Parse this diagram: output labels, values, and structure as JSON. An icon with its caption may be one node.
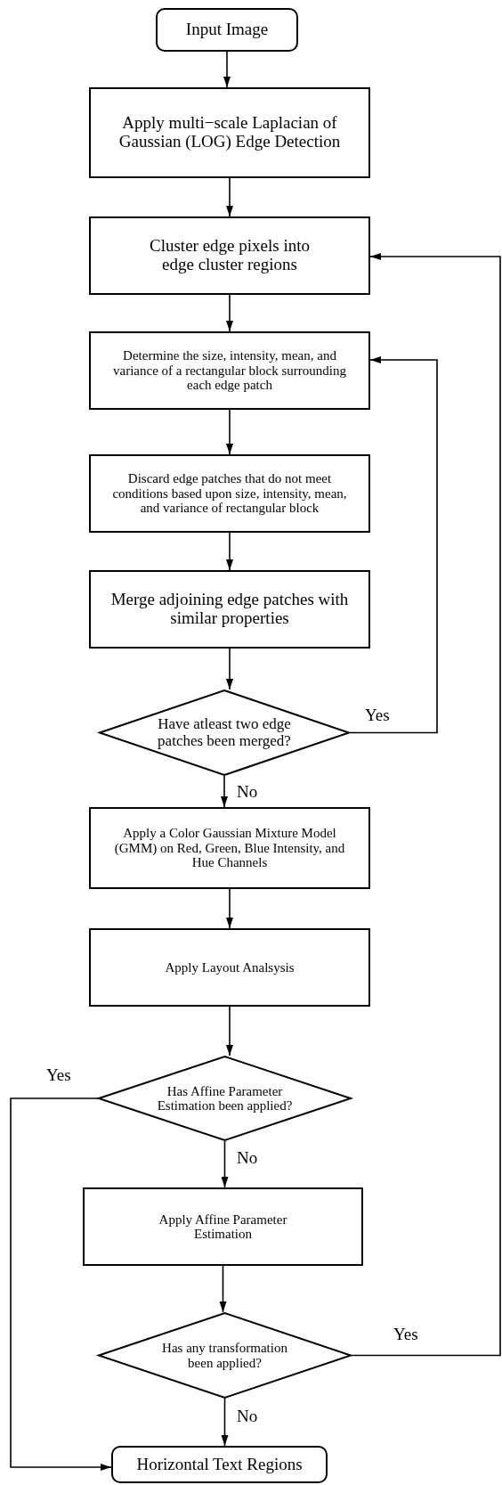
{
  "diagram": {
    "nodes": [
      {
        "text": [
          "Input Image"
        ]
      },
      {
        "text": [
          "Apply multi−scale Laplacian of Gaussian (LOG) Edge Detection"
        ]
      },
      {
        "text": [
          "Cluster edge pixels into edge cluster regions"
        ]
      },
      {
        "text": [
          "Determine the size, intensity, mean, and variance of a rectangular block surrounding each edge patch"
        ]
      },
      {
        "text": [
          "Discard edge patches that do not meet conditions based upon size, intensity, mean, and variance of rectangular block"
        ]
      },
      {
        "text": [
          "Merge adjoining edge patches with similar properties"
        ]
      },
      {
        "text": [
          "Have atleast two edge patches been merged?"
        ]
      },
      {
        "text": [
          "Apply a Color Gaussian Mixture Model (GMM) on Red, Green, Blue Intensity, and Hue Channels"
        ]
      },
      {
        "text": [
          "Apply Layout Analsysis"
        ]
      },
      {
        "text": [
          "Has Affine Parameter Estimation been applied?"
        ]
      },
      {
        "text": [
          "Apply Affine Parameter Estimation"
        ]
      },
      {
        "text": [
          "Has any transformation been applied?"
        ]
      },
      {
        "text": [
          "Horizontal Text Regions"
        ]
      }
    ],
    "edges": [
      {
        "from": 0,
        "to": 1,
        "arrow": "to"
      },
      {
        "from": 1,
        "to": 2,
        "arrow": "to"
      },
      {
        "from": 2,
        "to": 3,
        "arrow": "to"
      },
      {
        "from": 3,
        "to": 4,
        "arrow": "to"
      },
      {
        "from": 4,
        "to": 5,
        "arrow": "to"
      },
      {
        "from": 5,
        "to": 6,
        "arrow": "to"
      },
      {
        "from": 6,
        "to": 3,
        "label": "Yes",
        "arrow": "to"
      },
      {
        "from": 6,
        "to": 7,
        "label": "No",
        "arrow": "to"
      },
      {
        "from": 7,
        "to": 8,
        "arrow": "to"
      },
      {
        "from": 8,
        "to": 9,
        "arrow": "to"
      },
      {
        "from": 9,
        "to": 12,
        "label": "Yes",
        "arrow": "to"
      },
      {
        "from": 9,
        "to": 10,
        "label": "No",
        "arrow": "to"
      },
      {
        "from": 10,
        "to": 11,
        "arrow": "to"
      },
      {
        "from": 11,
        "to": 12,
        "label": "No",
        "arrow": "to"
      },
      {
        "from": 11,
        "to": 2,
        "label": "Yes",
        "arrow": "to"
      }
    ]
  }
}
